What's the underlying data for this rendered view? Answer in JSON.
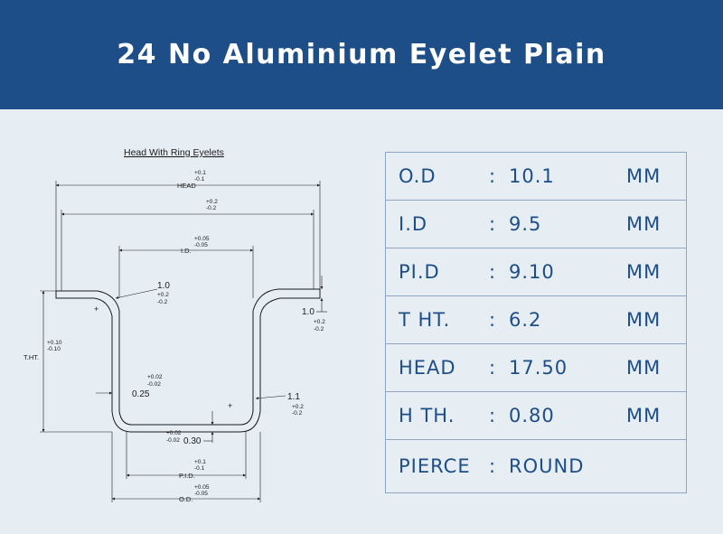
{
  "title": "24 No Aluminium Eyelet Plain",
  "drawing": {
    "caption": "Head With Ring Eyelets",
    "head": {
      "label": "HEAD",
      "tol_plus": "+0.1",
      "tol_minus": "-0.1"
    },
    "inner_span": {
      "tol_plus": "+0.2",
      "tol_minus": "-0.2"
    },
    "id": {
      "label": "I.D.",
      "tol_plus": "+0.05",
      "tol_minus": "-0.05"
    },
    "radius_left": {
      "value": "1.0",
      "tol_plus": "+0.2",
      "tol_minus": "-0.2"
    },
    "radius_right": {
      "value": "1.0",
      "tol_plus": "+0.2",
      "tol_minus": "-0.2"
    },
    "tht": {
      "label": "T.HT.",
      "tol_plus": "+0.10",
      "tol_minus": "-0.10"
    },
    "wall": {
      "value": "0.25",
      "tol_plus": "+0.02",
      "tol_minus": "-0.02"
    },
    "corner_radius": {
      "value": "1.1",
      "tol_plus": "+0.2",
      "tol_minus": "-0.2"
    },
    "bottom": {
      "value": "0.30",
      "tol_plus": "+0.02",
      "tol_minus": "-0.02"
    },
    "pid": {
      "label": "P.I.D.",
      "tol_plus": "+0.1",
      "tol_minus": "-0.1"
    },
    "od": {
      "label": "O.D.",
      "tol_plus": "+0.05",
      "tol_minus": "-0.05"
    }
  },
  "specs": [
    {
      "label": "O.D",
      "colon": ":",
      "value": "10.1",
      "unit": "MM"
    },
    {
      "label": "I.D",
      "colon": ":",
      "value": "9.5",
      "unit": "MM"
    },
    {
      "label": "PI.D",
      "colon": ":",
      "value": "9.10",
      "unit": "MM"
    },
    {
      "label": "T HT.",
      "colon": ":",
      "value": "6.2",
      "unit": "MM"
    },
    {
      "label": "HEAD",
      "colon": ":",
      "value": "17.50",
      "unit": "MM"
    },
    {
      "label": "H TH.",
      "colon": ":",
      "value": "0.80",
      "unit": "MM"
    },
    {
      "label": "PIERCE",
      "colon": ":",
      "value": "ROUND",
      "unit": ""
    }
  ]
}
